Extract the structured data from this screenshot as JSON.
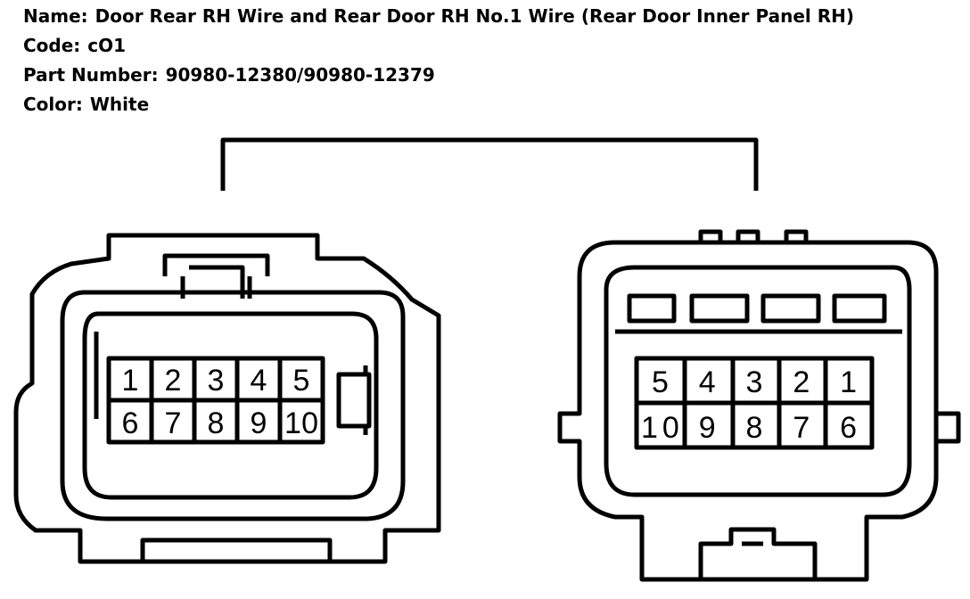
{
  "info": {
    "name_label": "Name:",
    "name_value": "Door Rear RH Wire and Rear Door RH No.1 Wire (Rear Door Inner Panel RH)",
    "code_label": "Code:",
    "code_value": "cO1",
    "part_label": "Part Number:",
    "part_value": "90980-12380/90980-12379",
    "color_label": "Color:",
    "color_value": "White"
  },
  "left_connector": {
    "pins_top": [
      "1",
      "2",
      "3",
      "4",
      "5"
    ],
    "pins_bottom": [
      "6",
      "7",
      "8",
      "9",
      "10"
    ]
  },
  "right_connector": {
    "pins_top": [
      "5",
      "4",
      "3",
      "2",
      "1"
    ],
    "pins_bottom": [
      "10",
      "9",
      "8",
      "7",
      "6"
    ]
  },
  "colors": {
    "line": "#000000",
    "background": "#ffffff"
  }
}
